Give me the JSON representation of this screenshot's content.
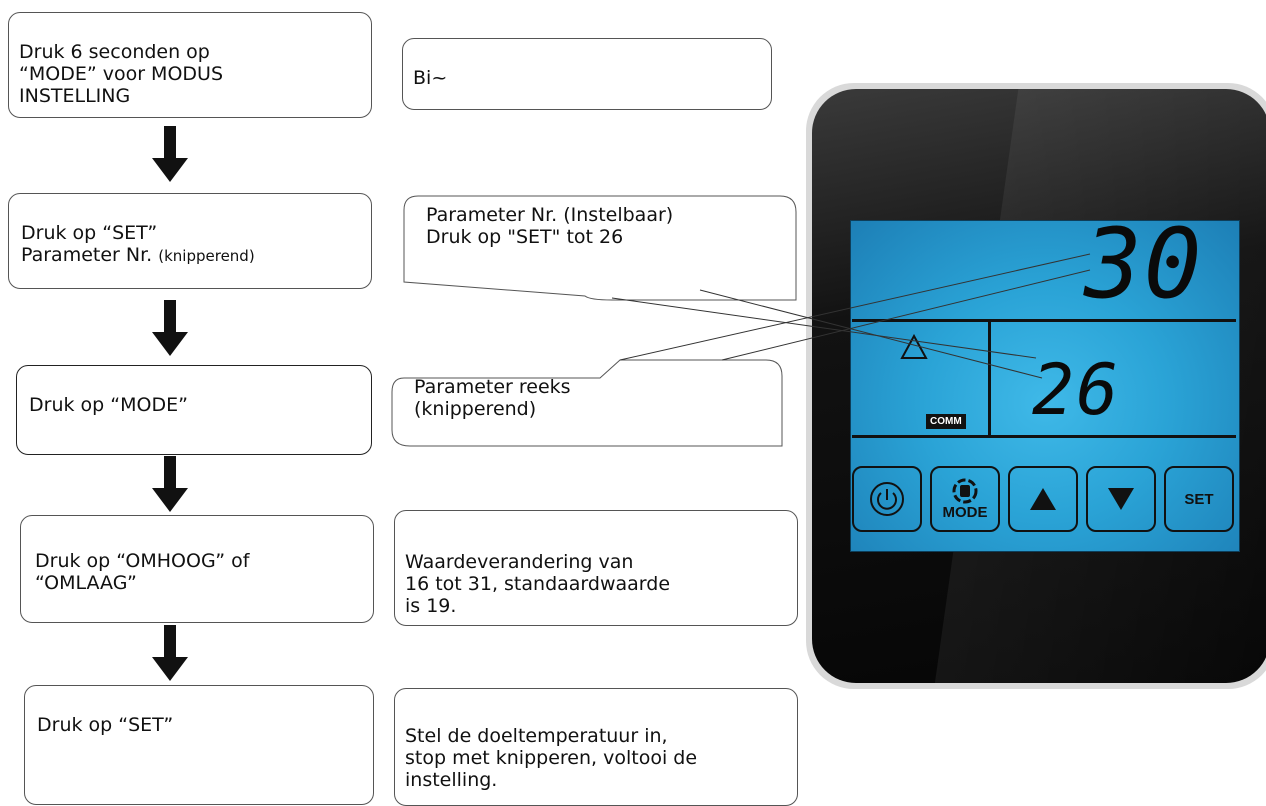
{
  "steps": [
    {
      "text": "Druk 6 seconden op\n“MODE” voor MODUS\nINSTELLING",
      "small": ""
    },
    {
      "text": "Druk op “SET”\nParameter Nr. ",
      "small": "(knipperend)"
    },
    {
      "text": "Druk op “MODE”",
      "small": ""
    },
    {
      "text": "Druk op “OMHOOG” of\n“OMLAAG”",
      "small": ""
    },
    {
      "text": "Druk op “SET”",
      "small": ""
    }
  ],
  "notes": {
    "n1": "Bi~",
    "n2": "Parameter Nr. (Instelbaar)\nDruk op \"SET\" tot 26",
    "n3": "Parameter reeks\n(knipperend)",
    "n4": "Waardeverandering van\n16 tot 31, standaardwaarde\nis 19.",
    "n5": "Stel de doeltemperatuur in,\nstop met knipperen, voltooi de\ninstelling."
  },
  "device": {
    "top_reading": "30",
    "bottom_reading": "26",
    "comm_label": "COMM",
    "buttons": {
      "mode": "MODE",
      "set": "SET"
    },
    "colors": {
      "lcd": "#2aa3d6",
      "bezel": "#0a0a0a"
    }
  }
}
